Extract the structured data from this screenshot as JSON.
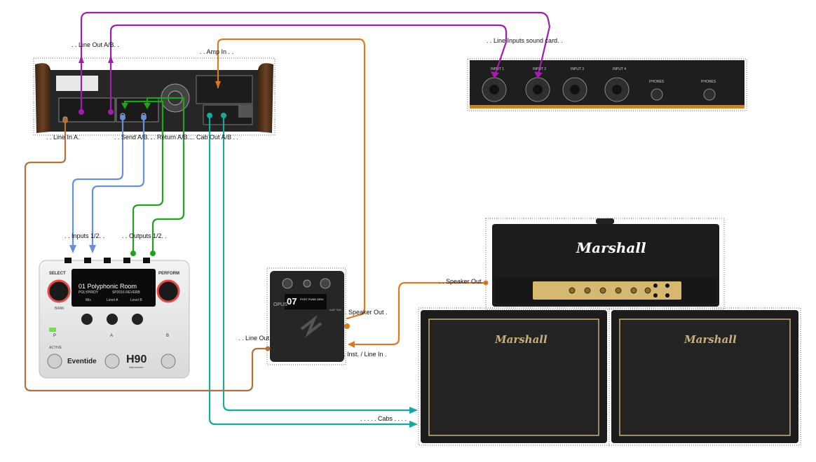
{
  "labels": {
    "line_out_ab": ". . Line Out A/B. .",
    "amp_in": ". . Amp In . .",
    "line_inputs_soundcard": ". . Line Inputs sound card. .",
    "line_in_a": ". . Line In A.",
    "send_ab": ". . Send A/B. .",
    "return_ab": ". . Return A/B. .",
    "cab_out_ab": ". . Cab Out A/B . .",
    "inputs_12": ". . Inputs 1/2. .",
    "outputs_12": ". . Outputs 1/2. .",
    "speaker_out_top": ". . Speaker Out. .",
    "speaker_out_opus": ". Speaker Out .",
    "line_out": ". . Line Out.",
    "inst_line_in": ". Inst. / Line In .",
    "cabs": ". . . . . Cabs . . . ."
  },
  "soundcard": {
    "inputs": [
      "INPUT 1",
      "INPUT 2",
      "INPUT 3",
      "INPUT 4"
    ],
    "phones": [
      "PHONES",
      "PHONES"
    ]
  },
  "h90": {
    "select": "SELECT",
    "perform": "PERFORM",
    "screen_title": "01 Polyphonic Room",
    "algo_a": "POLYPRIDY",
    "algo_b": "SP2016 REVERB",
    "param1": "Mix",
    "param2": "Level A",
    "param3": "Level B",
    "bank": "BANK",
    "fs_labels": [
      "P",
      "A",
      "B"
    ],
    "active": "ACTIVE",
    "brand": "Eventide",
    "model": "H90",
    "model_sub": "Harmonizer"
  },
  "opus": {
    "brand": "OPUS",
    "preset_num": "07",
    "preset_name": "POST PUNK DRIV",
    "sub": "AMP SIM"
  },
  "marshall": {
    "brand": "Marshall",
    "cab_brand": "Marshall"
  },
  "colors": {
    "purple": "#a21caf",
    "orange": "#d97b26",
    "blue": "#6b8fd6",
    "green": "#22a11c",
    "teal": "#1aa7a0",
    "brown": "#b0713a"
  }
}
